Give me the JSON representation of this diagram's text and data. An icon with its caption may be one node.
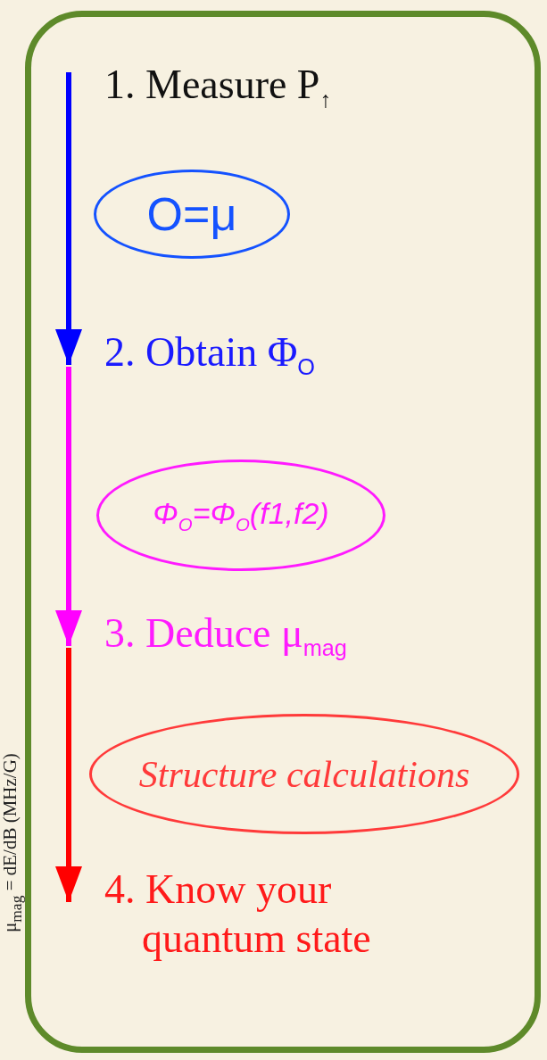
{
  "diagram": {
    "nodes": [
      {
        "text": [],
        "shape": "box"
      },
      {
        "text": [
          "1. Measure P$_{↑}$"
        ],
        "in": 0
      },
      {
        "text": [
          "O=μ"
        ],
        "in": 0
      },
      {
        "text": [
          "2. Obtain Φ$_{O}$"
        ],
        "in": 0
      },
      {
        "text": [
          "Φ$_{O}$=Φ$_{O}$(f1,f2)"
        ],
        "in": 0
      },
      {
        "text": [
          "3. Deduce μ$_{mag}$"
        ],
        "in": 0
      },
      {
        "text": [
          "Structure calculations"
        ],
        "in": 0
      },
      {
        "text": [
          "4. Know your quantum state"
        ],
        "in": 0
      }
    ],
    "edges": [
      {
        "from": 1,
        "to": 3,
        "arrow": "to",
        "color": "#0000ff"
      },
      {
        "from": 3,
        "to": 5,
        "arrow": "to",
        "color": "#ff00ff"
      },
      {
        "from": 5,
        "to": 7,
        "arrow": "to",
        "color": "#ff0000"
      }
    ],
    "labels": [
      "μ$_{mag}$ = dE/dB  (MHz/G)"
    ]
  }
}
